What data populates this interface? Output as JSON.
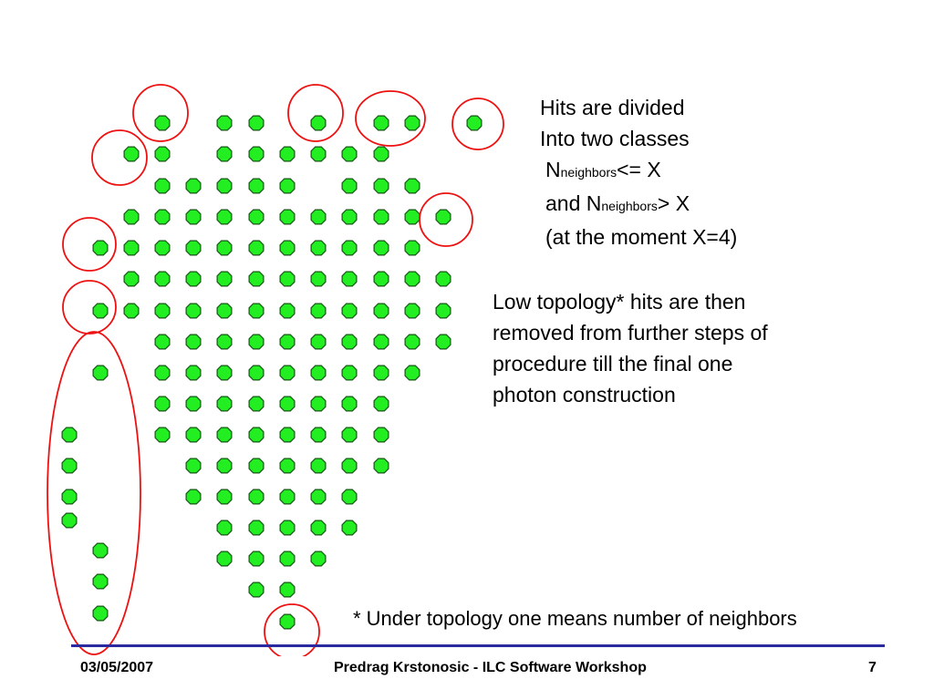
{
  "colors": {
    "hit_fill": "#22ee22",
    "hit_stroke": "#155515",
    "highlight": "#ee1111",
    "footer_rule": "#2a2aa0"
  },
  "classes_text": {
    "line1": "Hits are divided",
    "line2": "Into two classes",
    "n1_main": "N",
    "n1_sub": "neighbors",
    "n1_rest": "<= X",
    "and_prefix": "and  N",
    "n2_sub": "neighbors",
    "n2_rest": "> X",
    "line5": "(at the moment X=4)"
  },
  "removal_text": [
    "Low topology* hits are then",
    "removed from further steps of",
    "procedure till the final one",
    "photon construction"
  ],
  "footnote": "* Under topology one means number of neighbors",
  "footer": {
    "date": "03/05/2007",
    "title": "Predrag Krstonosic - ILC Software Workshop",
    "page": "7"
  }
}
